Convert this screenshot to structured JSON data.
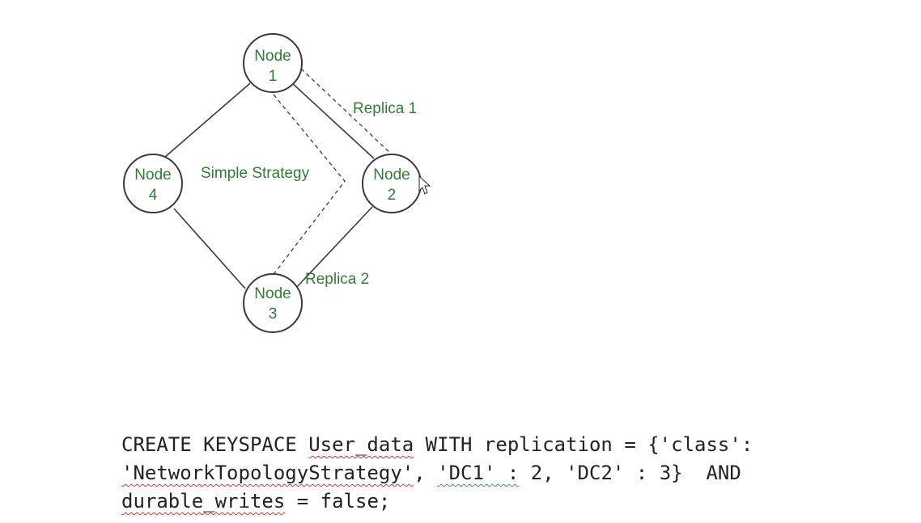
{
  "diagram": {
    "nodes": [
      {
        "id": "node-1",
        "line1": "Node",
        "line2": "1"
      },
      {
        "id": "node-2",
        "line1": "Node",
        "line2": "2"
      },
      {
        "id": "node-3",
        "line1": "Node",
        "line2": "3"
      },
      {
        "id": "node-4",
        "line1": "Node",
        "line2": "4"
      }
    ],
    "labels": {
      "replica_1": "Replica 1",
      "replica_2": "Replica 2",
      "strategy": "Simple Strategy"
    },
    "colors": {
      "label_text": "#2e7d32",
      "stroke": "#3a3a3a"
    }
  },
  "code": {
    "line1": {
      "p1": "CREATE KEYSPACE ",
      "p2": "User_data",
      "p3": " WITH replication = {'class':"
    },
    "line2": {
      "p1": "'NetworkTopologyStrategy'",
      "p2": ", ",
      "p3": "'DC1' :",
      "p4": " 2, 'DC2' : 3}  AND"
    },
    "line3": {
      "p1": "durable_writes",
      "p2": " = false;"
    },
    "colors": {
      "spell_error": "#d9342b",
      "grammar_error": "#3a9a3a"
    }
  }
}
